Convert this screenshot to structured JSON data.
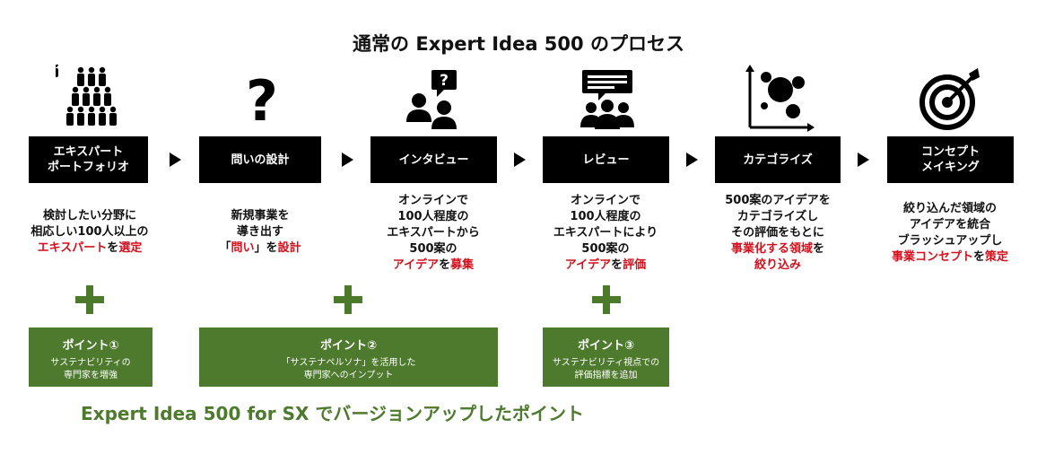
{
  "title": "通常の Expert Idea 500 のプロセス",
  "steps": [
    {
      "label_line1": "エキスパート",
      "label_line2": "ポートフォリオ",
      "desc": [
        [
          "検討したい分野に"
        ],
        [
          "相応しい100人以上の"
        ],
        [
          "__r__エキスパート",
          "を",
          "__r__選定"
        ]
      ],
      "icon": "people-pyramid-icon"
    },
    {
      "label_line1": "問いの設計",
      "label_line2": "",
      "desc": [
        [
          "新規事業を"
        ],
        [
          "導き出す"
        ],
        [
          "「",
          "__r__問い",
          "」を",
          "__r__設計"
        ]
      ],
      "icon": "question-mark-icon"
    },
    {
      "label_line1": "インタビュー",
      "label_line2": "",
      "desc": [
        [
          "オンラインで"
        ],
        [
          "100人程度の"
        ],
        [
          "エキスパートから"
        ],
        [
          "500案の"
        ],
        [
          "__r__アイデア",
          "を",
          "__r__募集"
        ]
      ],
      "icon": "interview-question-icon"
    },
    {
      "label_line1": "レビュー",
      "label_line2": "",
      "desc": [
        [
          "オンラインで"
        ],
        [
          "100人程度の"
        ],
        [
          "エキスパートにより"
        ],
        [
          "500案の"
        ],
        [
          "__r__アイデア",
          "を",
          "__r__評価"
        ]
      ],
      "icon": "group-review-icon"
    },
    {
      "label_line1": "カテゴライズ",
      "label_line2": "",
      "desc": [
        [
          "500案のアイデアを"
        ],
        [
          "カテゴライズし"
        ],
        [
          "その評価をもとに"
        ],
        [
          "__r__事業化する領域",
          "を"
        ],
        [
          "__r__絞り込み"
        ]
      ],
      "icon": "bubble-chart-icon"
    },
    {
      "label_line1": "コンセプト",
      "label_line2": "メイキング",
      "desc": [
        [
          "絞り込んだ領域の"
        ],
        [
          "アイデアを統合"
        ],
        [
          "ブラッシュアップし"
        ],
        [
          "__r__事業コンセプト",
          "を",
          "__r__策定"
        ]
      ],
      "icon": "target-icon"
    }
  ],
  "points": [
    {
      "title": "ポイント①",
      "line1": "サステナビリティの",
      "line2": "専門家を増強"
    },
    {
      "title": "ポイント②",
      "line1": "「サステナペルソナ」を活用した",
      "line2": "専門家へのインプット"
    },
    {
      "title": "ポイント③",
      "line1": "サステナビリティ視点での",
      "line2": "評価指標を追加"
    }
  ],
  "footer": "Expert Idea 500 for SX でバージョンアップしたポイント",
  "colors": {
    "accent_red": "#d4101c",
    "green": "#4e7a2e",
    "box": "#000000"
  }
}
